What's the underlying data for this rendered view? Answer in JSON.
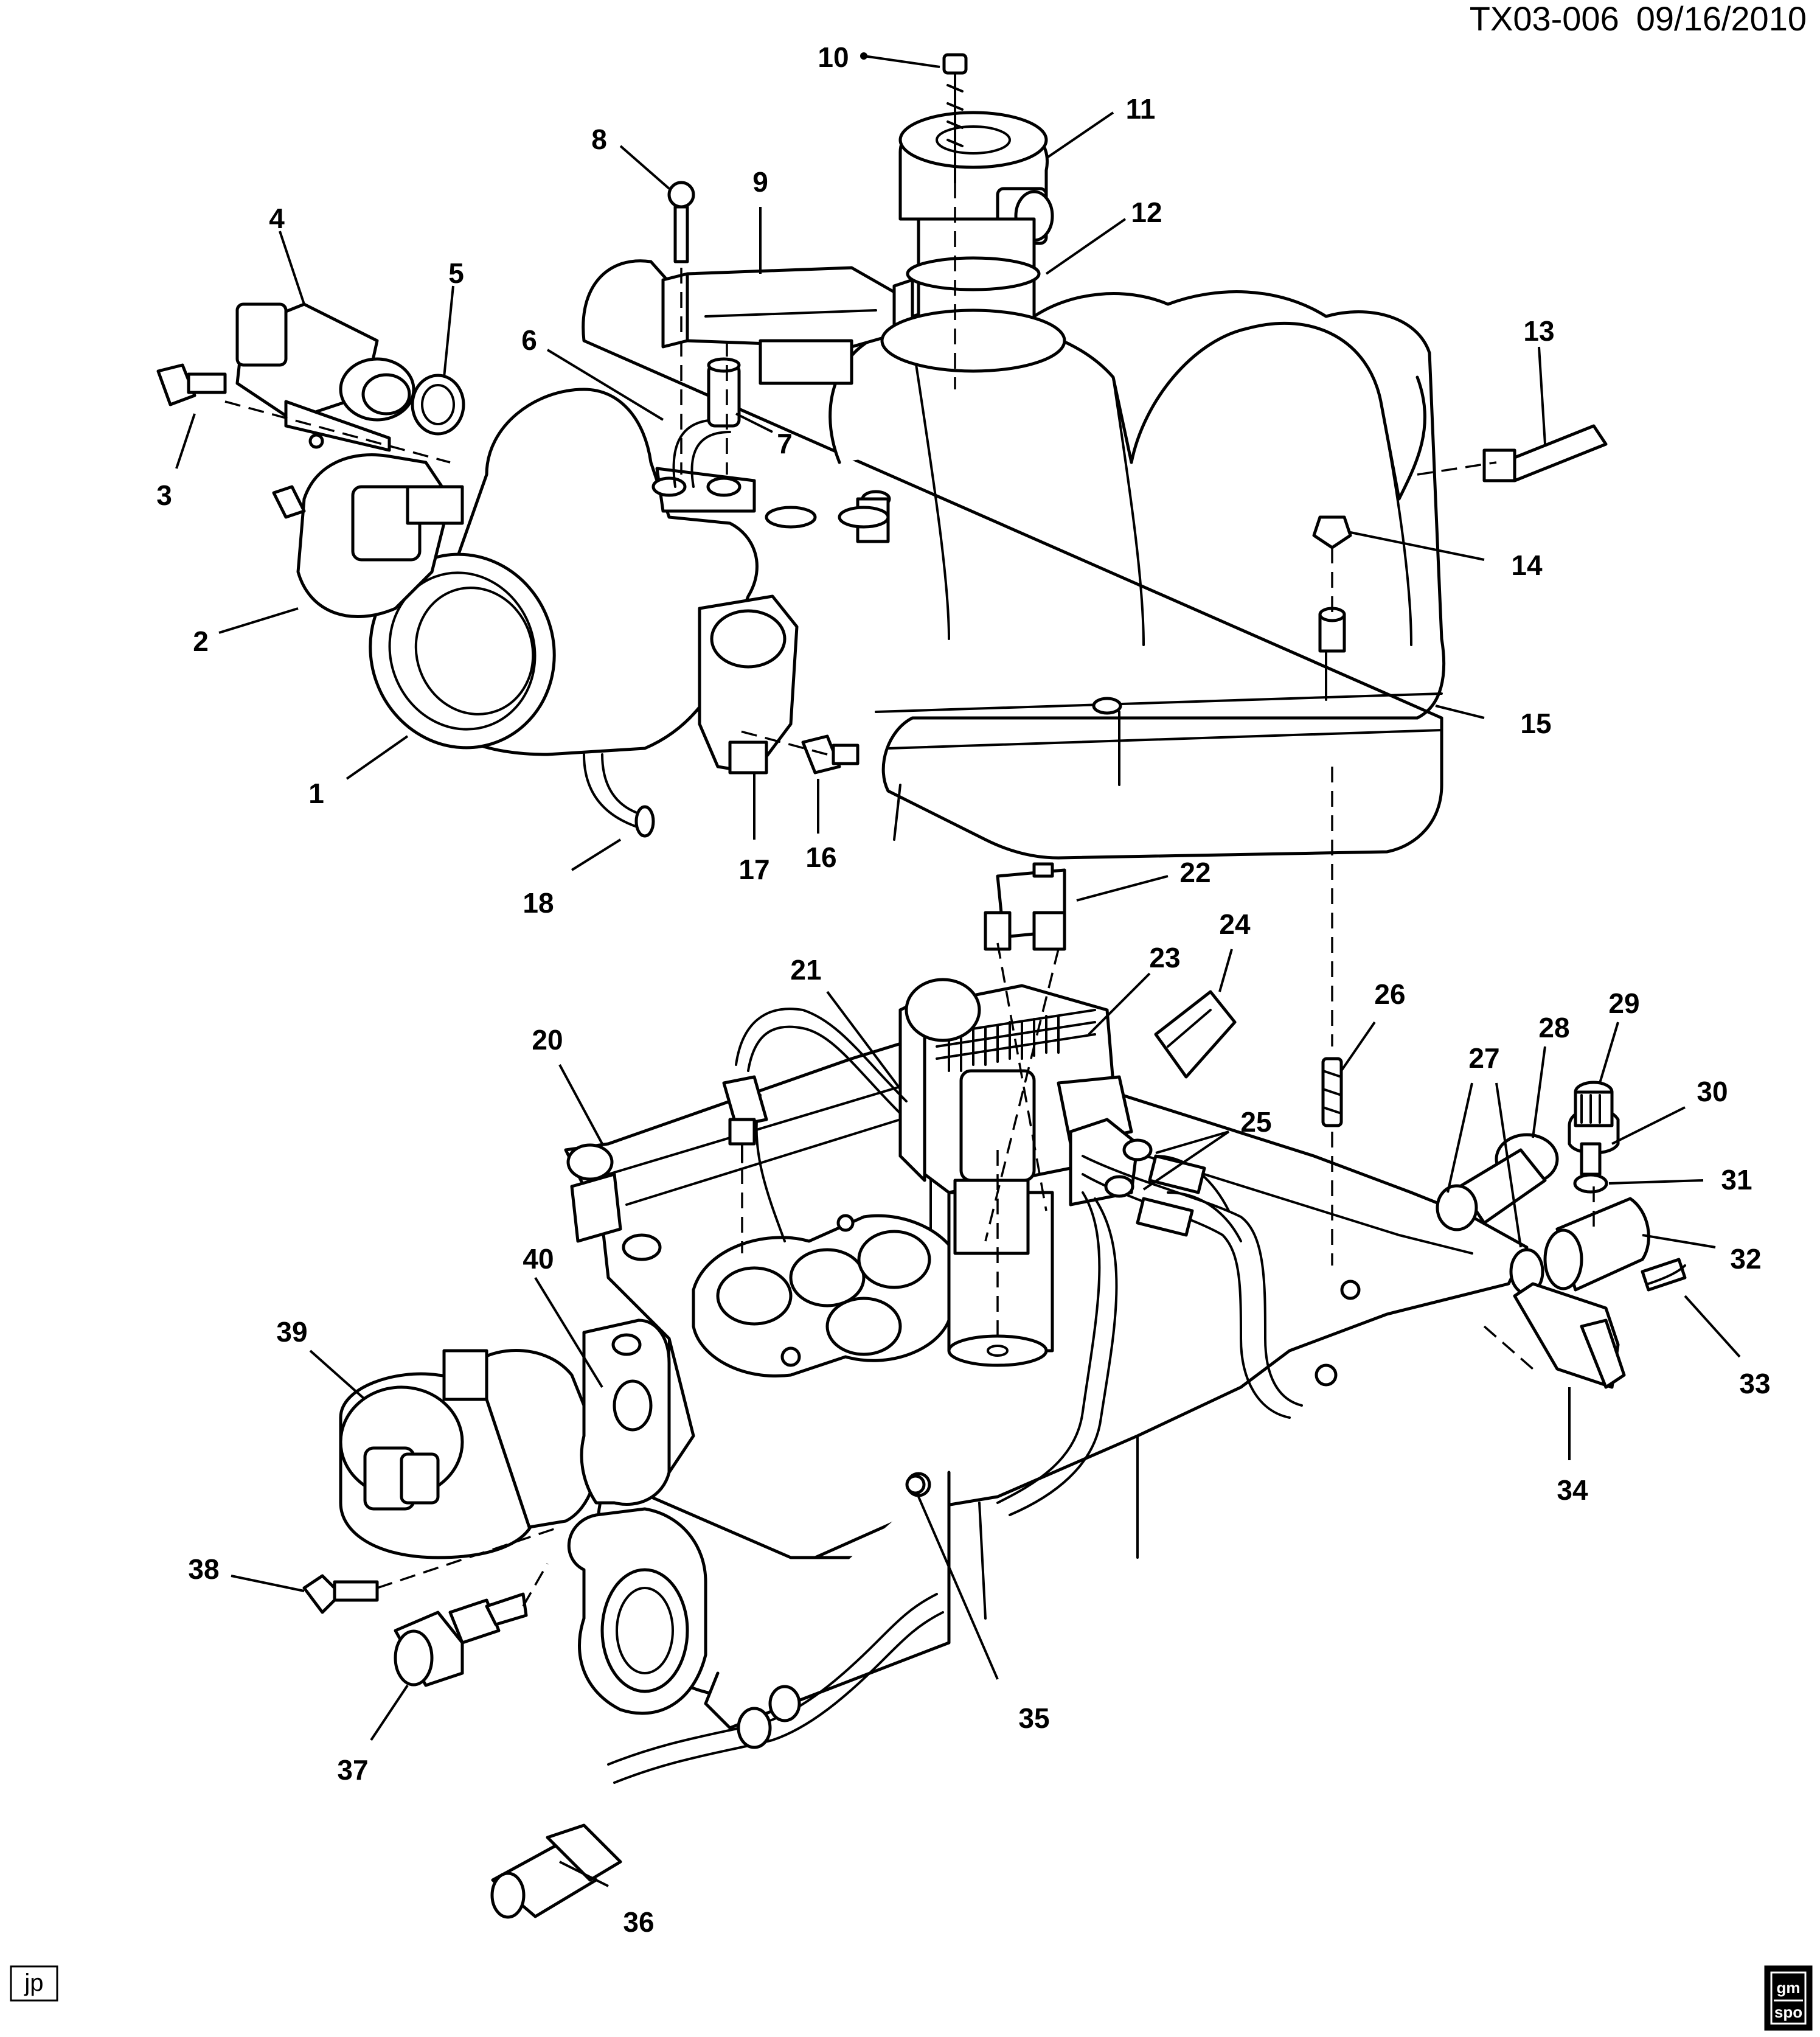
{
  "diagram": {
    "doc_id": "TX03-006",
    "doc_date": "09/16/2010",
    "corner_tag": "jp",
    "logo_text": [
      "gm",
      "spo"
    ],
    "callouts": [
      "1",
      "2",
      "3",
      "4",
      "5",
      "6",
      "7",
      "8",
      "9",
      "10",
      "11",
      "12",
      "13",
      "14",
      "15",
      "16",
      "17",
      "18",
      "20",
      "21",
      "22",
      "23",
      "24",
      "25",
      "26",
      "27",
      "28",
      "29",
      "30",
      "31",
      "32",
      "33",
      "34",
      "35",
      "36",
      "37",
      "38",
      "39",
      "40"
    ]
  }
}
